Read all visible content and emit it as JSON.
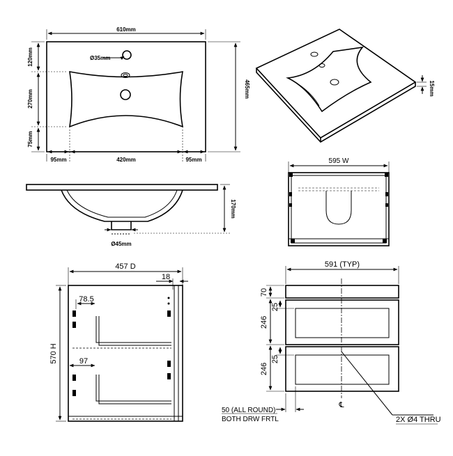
{
  "top_view": {
    "width": "610mm",
    "depth": "465mm",
    "tap_hole": "Ø35mm",
    "top_margin": "120mm",
    "basin_depth": "270mm",
    "bottom_margin": "75mm",
    "left_margin": "95mm",
    "basin_width": "420mm",
    "right_margin": "95mm"
  },
  "iso_view": {
    "thickness": "15mm"
  },
  "side_section": {
    "height": "170mm",
    "waste": "Ø45mm"
  },
  "cabinet_front_small": {
    "width": "595 W"
  },
  "cabinet_side": {
    "depth": "457 D",
    "back_offset": "18",
    "runner_offset": "78.5",
    "lower_offset": "97",
    "height": "570 H"
  },
  "cabinet_front": {
    "width": "591 (TYP)",
    "top_rail": "70",
    "upper_inset": "25",
    "upper_drawer": "246",
    "lower_inset": "25",
    "lower_drawer": "246",
    "border_note_1": "50 (ALL ROUND)",
    "border_note_2": "BOTH DRW FRTL",
    "centerline": "℄",
    "holes_note": "2X Ø4 THRU"
  }
}
